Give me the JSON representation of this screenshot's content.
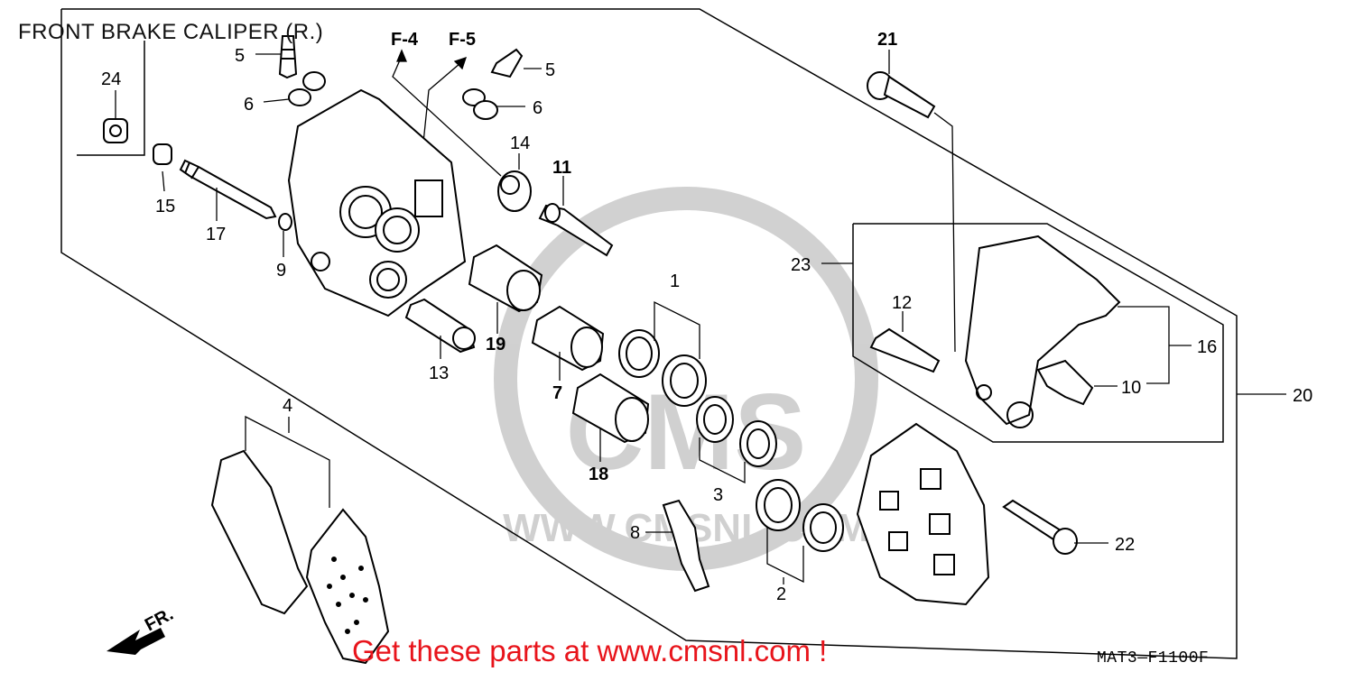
{
  "diagram": {
    "title": "FRONT BRAKE CALIPER (R.)",
    "promo": "Get these parts at www.cmsnl.com !",
    "code": "MAT3—F1100F",
    "front_marker": "FR.",
    "refs": {
      "f4": "F-4",
      "f5": "F-5"
    },
    "watermark": {
      "brand": "CMS",
      "url": "WWW.CMSNL.COM"
    },
    "labels": {
      "p1": "1",
      "p2": "2",
      "p3": "3",
      "p4": "4",
      "p5a": "5",
      "p5b": "5",
      "p6a": "6",
      "p6b": "6",
      "p7": "7",
      "p8": "8",
      "p9": "9",
      "p10": "10",
      "p11": "11",
      "p12": "12",
      "p13": "13",
      "p14": "14",
      "p15": "15",
      "p16": "16",
      "p17": "17",
      "p18": "18",
      "p19": "19",
      "p20": "20",
      "p21": "21",
      "p22": "22",
      "p23": "23",
      "p24": "24"
    }
  }
}
